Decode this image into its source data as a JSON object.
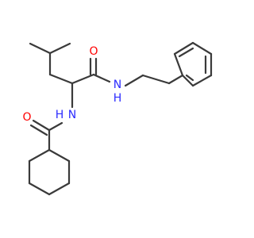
{
  "molecule": {
    "atoms": {
      "carbonyl_o_top": {
        "label": "O",
        "color": "#ff0000"
      },
      "amide_n_top": {
        "label": "N",
        "color": "#2c2cff"
      },
      "amide_h_top": {
        "label": "H",
        "color": "#2c2cff"
      },
      "amide_n_mid": {
        "label": "N",
        "color": "#2c2cff"
      },
      "amide_h_mid": {
        "label": "H",
        "color": "#2c2cff"
      },
      "carbonyl_o_left": {
        "label": "O",
        "color": "#ff0000"
      }
    },
    "bond_color": "#3a3a3a"
  }
}
